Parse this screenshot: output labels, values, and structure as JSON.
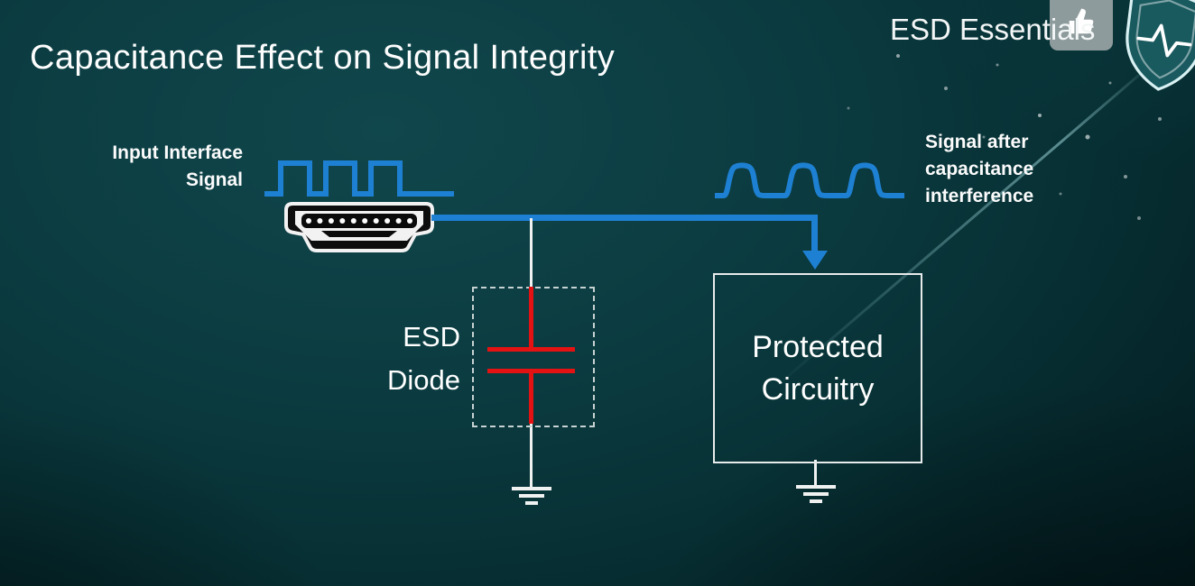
{
  "slide": {
    "title": "Capacitance Effect on Signal Integrity",
    "brand": "ESD Essentials"
  },
  "labels": {
    "input_signal": [
      "Input Interface",
      "Signal"
    ],
    "output_signal": [
      "Signal after",
      "capacitance",
      "interference"
    ],
    "esd_diode": [
      "ESD",
      "Diode"
    ],
    "protected_circuitry": [
      "Protected",
      "Circuitry"
    ]
  },
  "icons": {
    "brand_shield": "shield-pulse-icon",
    "like": "thumbs-up-icon",
    "connector": "hdmi-connector",
    "grounds": [
      "ground-symbol-diode",
      "ground-symbol-circuitry"
    ]
  },
  "colors": {
    "signal_blue": "#1e80d2",
    "capacitor_red": "#e41212",
    "background_teal": "#0b3b40",
    "text": "#ffffff",
    "dashed_border": "#c7d2d2"
  }
}
